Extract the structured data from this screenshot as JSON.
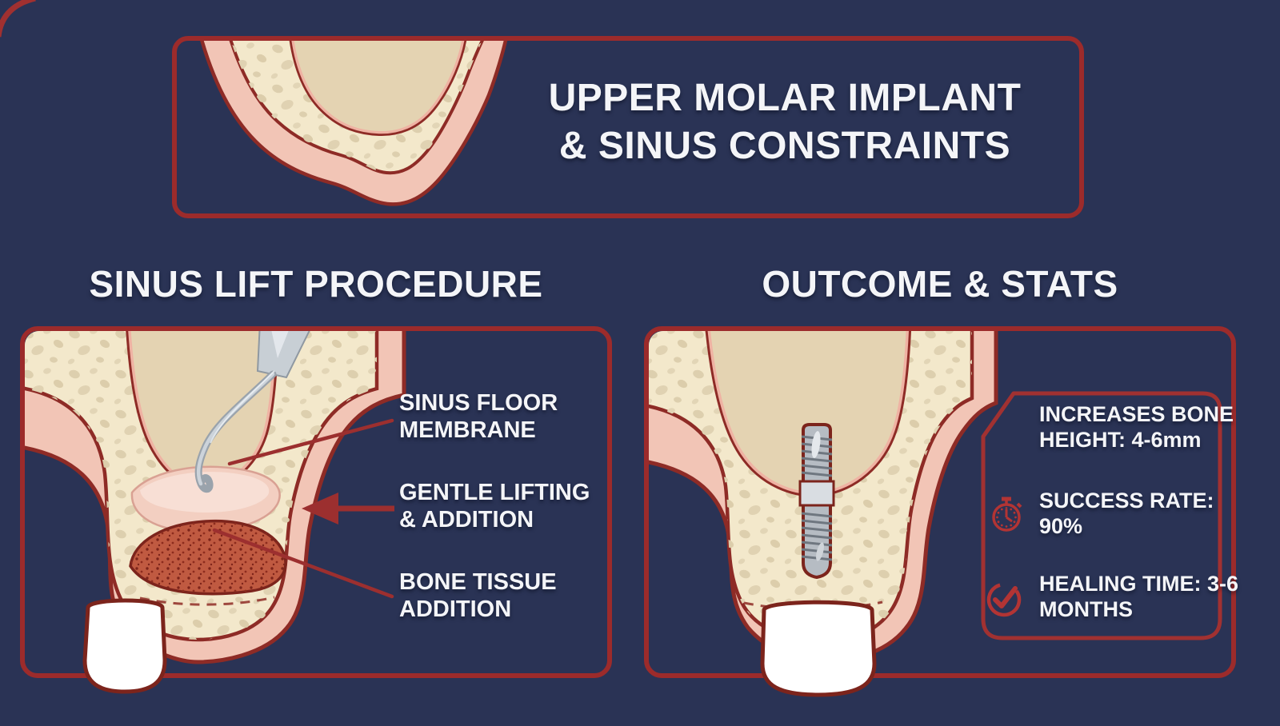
{
  "colors": {
    "background": "#2a3355",
    "border_red": "#9c2b2b",
    "accent_red": "#a83434",
    "text_white": "#f4f5f8",
    "bone_cream": "#f3e8cb",
    "sinus_tan": "#e4d3b2",
    "tissue_pink": "#f2c5b6",
    "graft_red": "#c05a41"
  },
  "banner": {
    "title_line1": "UPPER MOLAR IMPLANT",
    "title_line2": "& SINUS CONSTRAINTS",
    "illustration": "sinus-bone-cross-section"
  },
  "left_section": {
    "heading": "SINUS LIFT PROCEDURE",
    "illustration": "sinus-lift-cross-section-with-instrument",
    "labels": [
      {
        "text": "SINUS FLOOR MEMBRANE",
        "connector": "leader-line"
      },
      {
        "text": "GENTLE LIFTING & ADDITION",
        "connector": "left-arrow"
      },
      {
        "text": "BONE TISSUE ADDITION",
        "connector": "leader-line"
      }
    ]
  },
  "right_section": {
    "heading": "OUTCOME & STATS",
    "illustration": "implant-in-bone-cross-section",
    "stats": [
      {
        "icon": "none",
        "text": "INCREASES BONE HEIGHT: 4-6mm"
      },
      {
        "icon": "stopwatch-icon",
        "text": "SUCCESS RATE: 90%"
      },
      {
        "icon": "check-circle-icon",
        "text": "HEALING TIME: 3-6 MONTHS"
      }
    ]
  }
}
